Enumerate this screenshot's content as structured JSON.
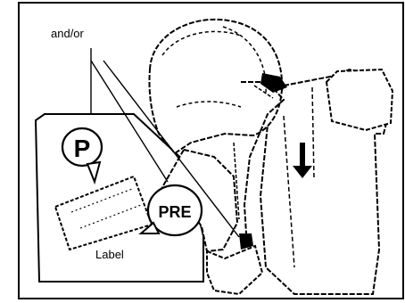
{
  "annotations": {
    "and_or": "and/or",
    "label": "Label"
  },
  "markers": {
    "p": "P",
    "pre": "PRE"
  },
  "colors": {
    "ink": "#000000",
    "paper": "#ffffff"
  }
}
